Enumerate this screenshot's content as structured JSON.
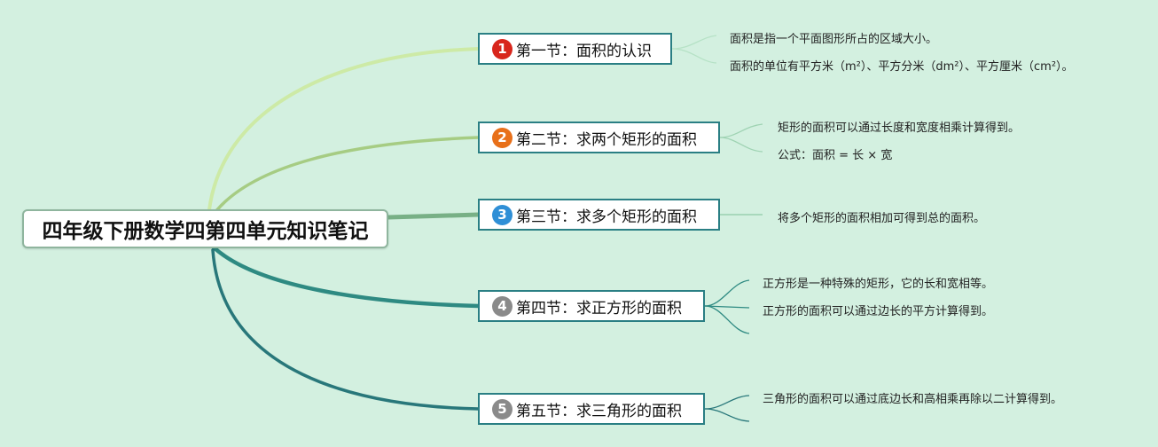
{
  "root": {
    "title": "四年级下册数学四第四单元知识笔记"
  },
  "sections": [
    {
      "number": "1",
      "title": "第一节：面积的认识",
      "notes": [
        "面积是指一个平面图形所占的区域大小。",
        "面积的单位有平方米（m²）、平方分米（dm²）、平方厘米（cm²）。"
      ]
    },
    {
      "number": "2",
      "title": "第二节：求两个矩形的面积",
      "notes": [
        "矩形的面积可以通过长度和宽度相乘计算得到。",
        "公式：面积 = 长 × 宽"
      ]
    },
    {
      "number": "3",
      "title": "第三节：求多个矩形的面积",
      "notes": [
        "将多个矩形的面积相加可得到总的面积。"
      ]
    },
    {
      "number": "4",
      "title": "第四节：求正方形的面积",
      "notes": [
        "正方形是一种特殊的矩形，它的长和宽相等。",
        "正方形的面积可以通过边长的平方计算得到。"
      ]
    },
    {
      "number": "5",
      "title": "第五节：求三角形的面积",
      "notes": [
        "三角形的面积可以通过底边长和高相乘再除以二计算得到。"
      ]
    }
  ],
  "colors": {
    "background": "#d3f0e0",
    "badge_1": "#d8261c",
    "badge_2": "#e8701a",
    "badge_3": "#2f8fd6",
    "badge_4": "#8a8a8a",
    "badge_5": "#8a8a8a",
    "branch_1": "#cdeaa6",
    "branch_2": "#a6cc83",
    "branch_3": "#78b086",
    "branch_4": "#2e8a82",
    "branch_5": "#28777a"
  }
}
